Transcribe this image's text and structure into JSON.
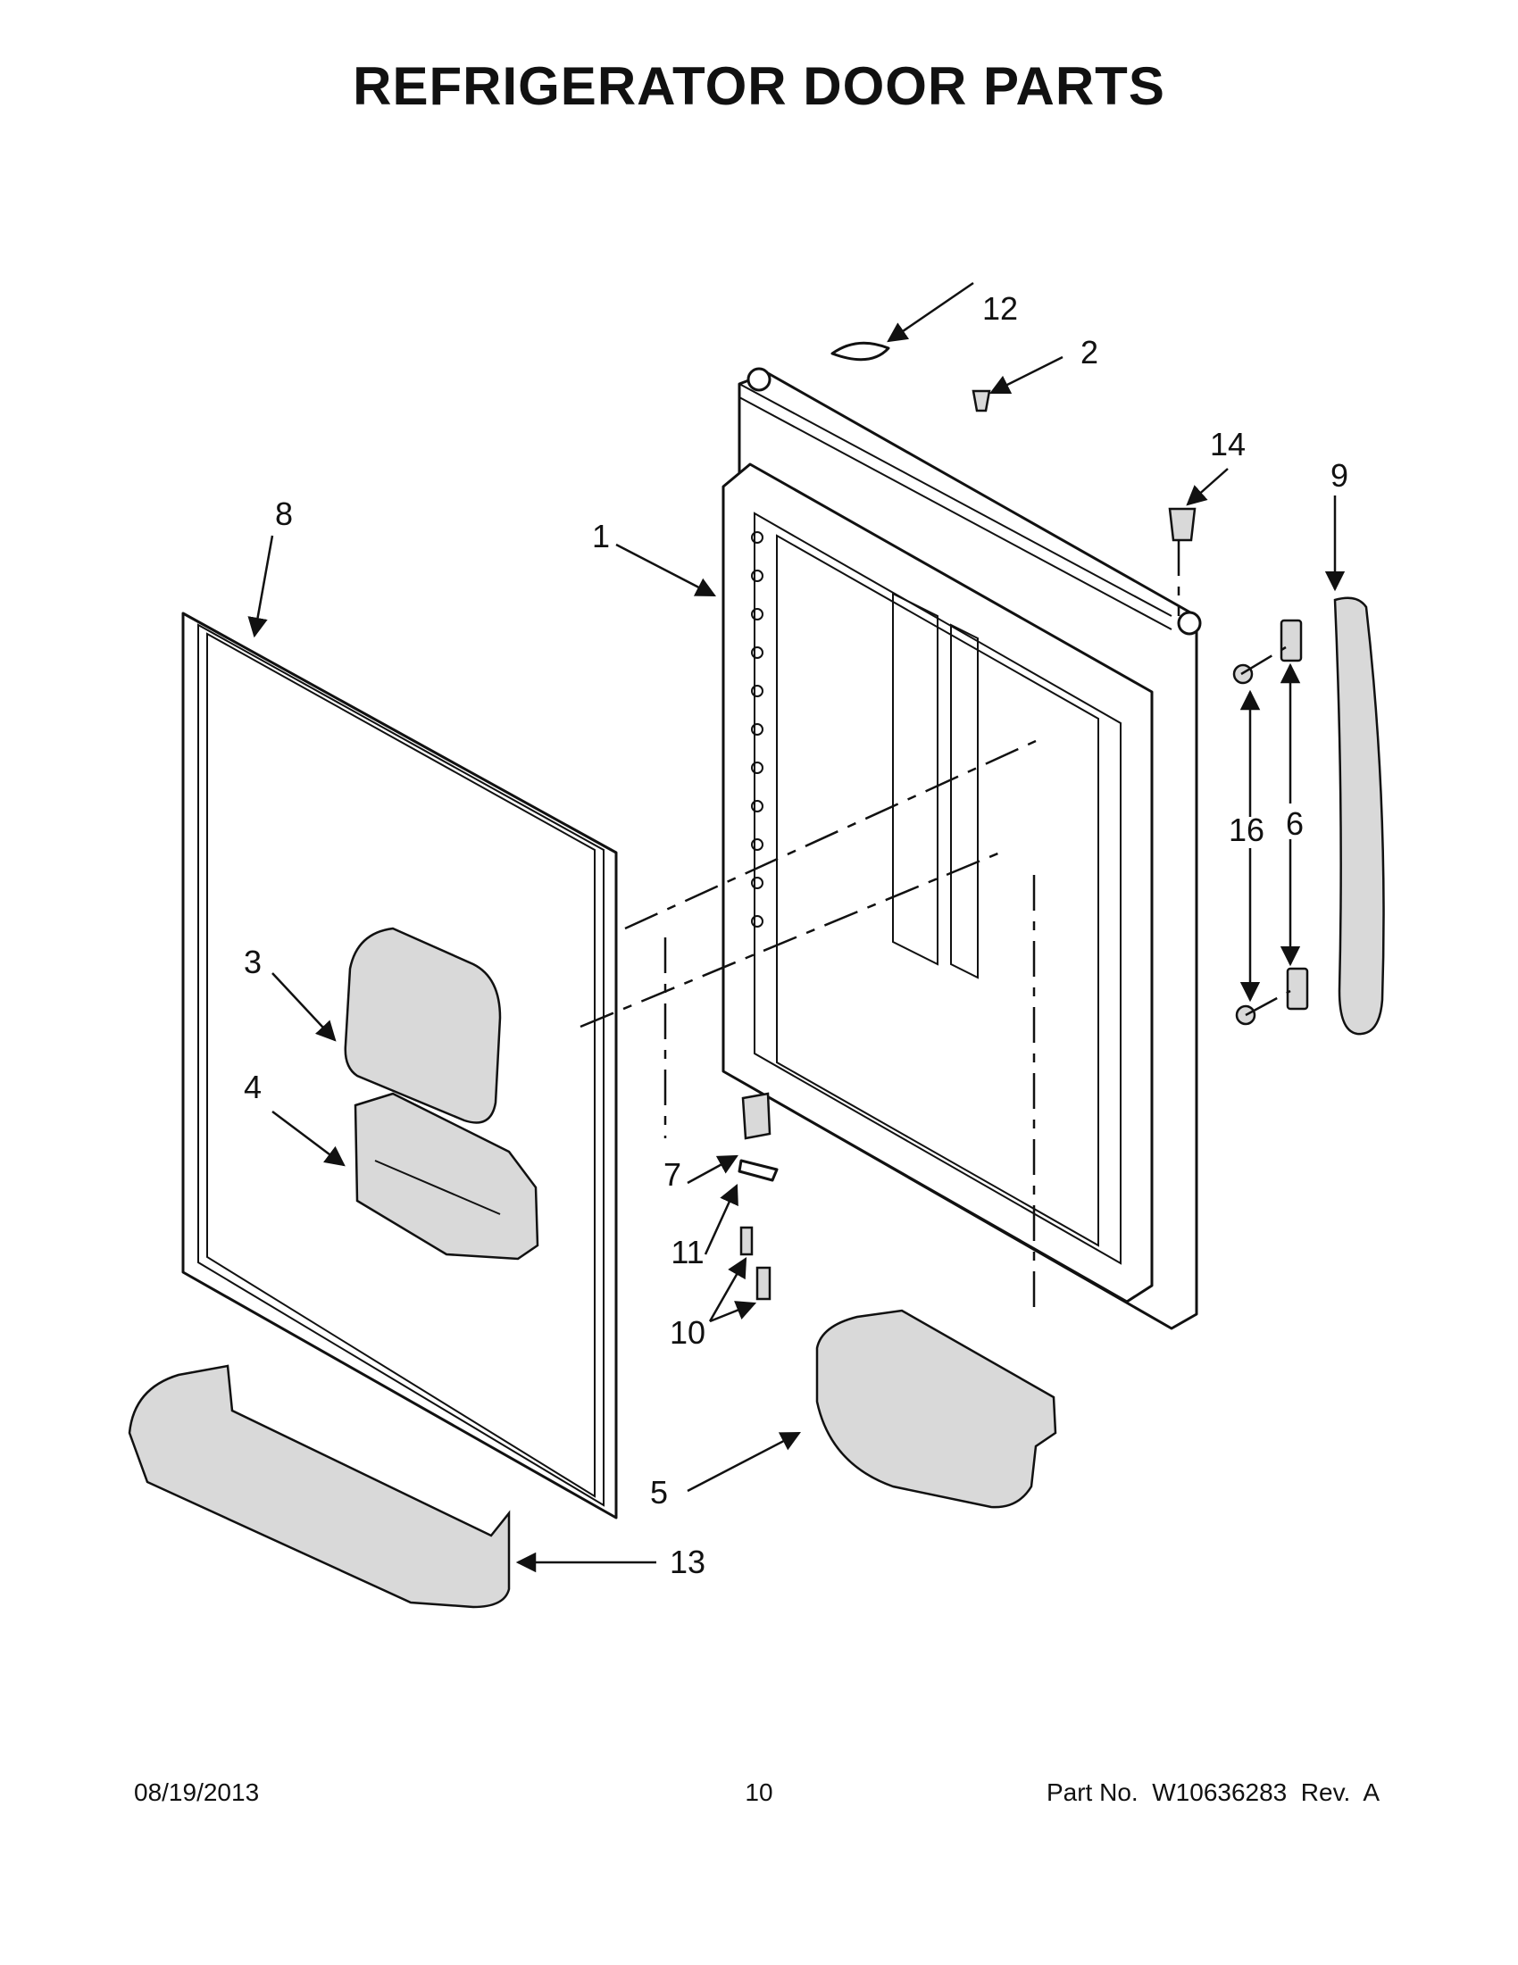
{
  "title": "REFRIGERATOR DOOR PARTS",
  "callouts": [
    "1",
    "2",
    "3",
    "4",
    "5",
    "6",
    "7",
    "8",
    "9",
    "10",
    "11",
    "12",
    "13",
    "14",
    "16"
  ],
  "footer": {
    "date": "08/19/2013",
    "page": "10",
    "part_number": "Part No.  W10636283  Rev.  A"
  }
}
